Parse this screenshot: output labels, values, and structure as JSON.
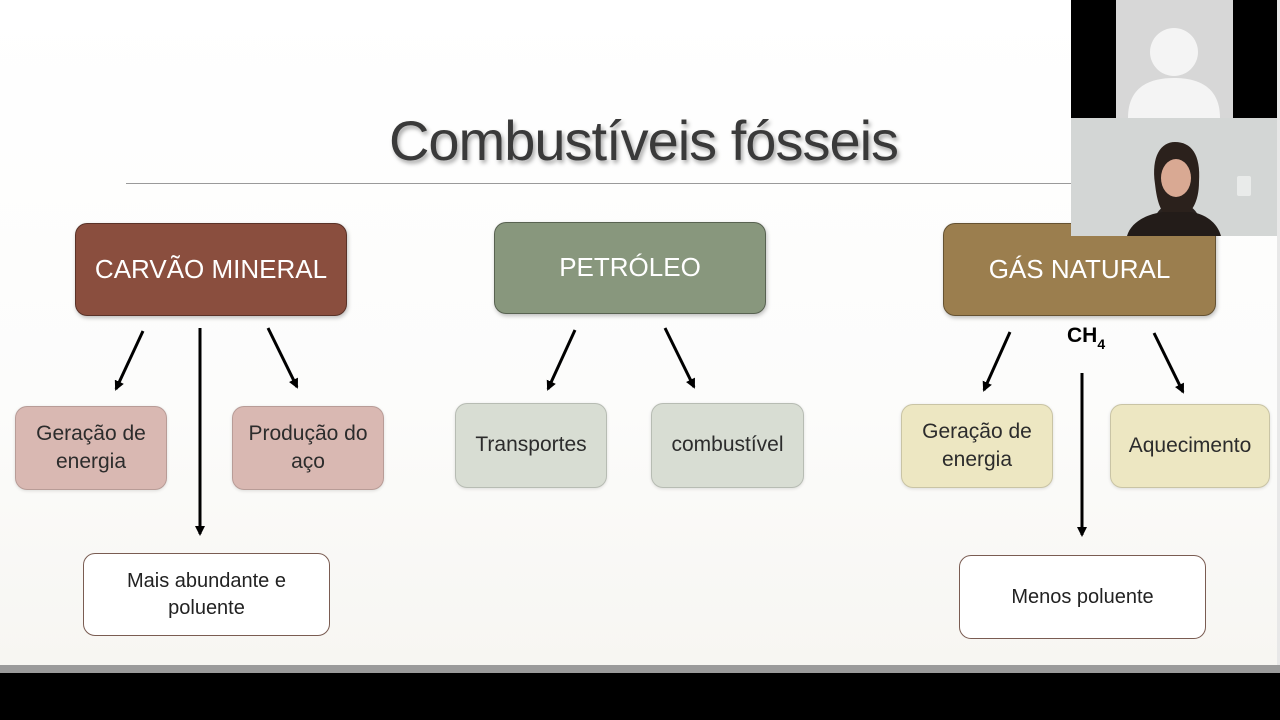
{
  "slide": {
    "title": "Combustíveis fósseis",
    "fuels": [
      {
        "name": "CARVÃO MINERAL",
        "color": "#8a4e3e",
        "uses": [
          "Geração de energia",
          "Produção do aço"
        ],
        "note": "Mais abundante e poluente"
      },
      {
        "name": "PETRÓLEO",
        "color": "#88977d",
        "uses": [
          "Transportes",
          "combustível"
        ]
      },
      {
        "name": "GÁS NATURAL",
        "color": "#9b7e4e",
        "formula_main": "CH",
        "formula_sub": "4",
        "uses": [
          "Geração de energia",
          "Aquecimento"
        ],
        "note": "Menos poluente"
      }
    ]
  },
  "colors": {
    "carvao_use_bg": "#d9b8b2",
    "petroleo_use_bg": "#d8ddd3",
    "gas_use_bg": "#ede7c2",
    "arrow": "#000000",
    "note_border": "#7a5c52"
  },
  "video_call": {
    "participants": [
      {
        "avatar": "person-placeholder-icon"
      },
      {
        "video": "presenter-camera"
      }
    ]
  }
}
